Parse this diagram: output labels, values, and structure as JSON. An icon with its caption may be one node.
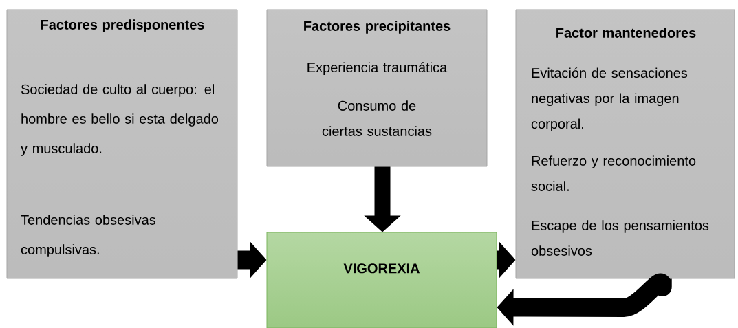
{
  "diagram": {
    "nodes": [
      {
        "text": [
          "Factores predisponentes",
          "Sociedad de culto al cuerpo: el hombre es bello si esta delgado y musculado.",
          "Tendencias obsesivas compulsivas."
        ]
      },
      {
        "text": [
          "Factores precipitantes",
          "Experiencia traumática",
          "Consumo de ciertas sustancias"
        ]
      },
      {
        "text": [
          "Factor mantenedores",
          "Evitación de sensaciones negativas por la imagen corporal.",
          "Refuerzo y reconocimiento social.",
          "Escape de los pensamientos obsesivos"
        ]
      },
      {
        "text": [
          "VIGOREXIA"
        ]
      }
    ],
    "edges": [
      {
        "from": 0,
        "to": 3,
        "arrow": "to"
      },
      {
        "from": 1,
        "to": 3,
        "arrow": "to"
      },
      {
        "from": 3,
        "to": 2,
        "arrow": "to"
      },
      {
        "from": 2,
        "to": 3,
        "arrow": "to"
      }
    ]
  }
}
